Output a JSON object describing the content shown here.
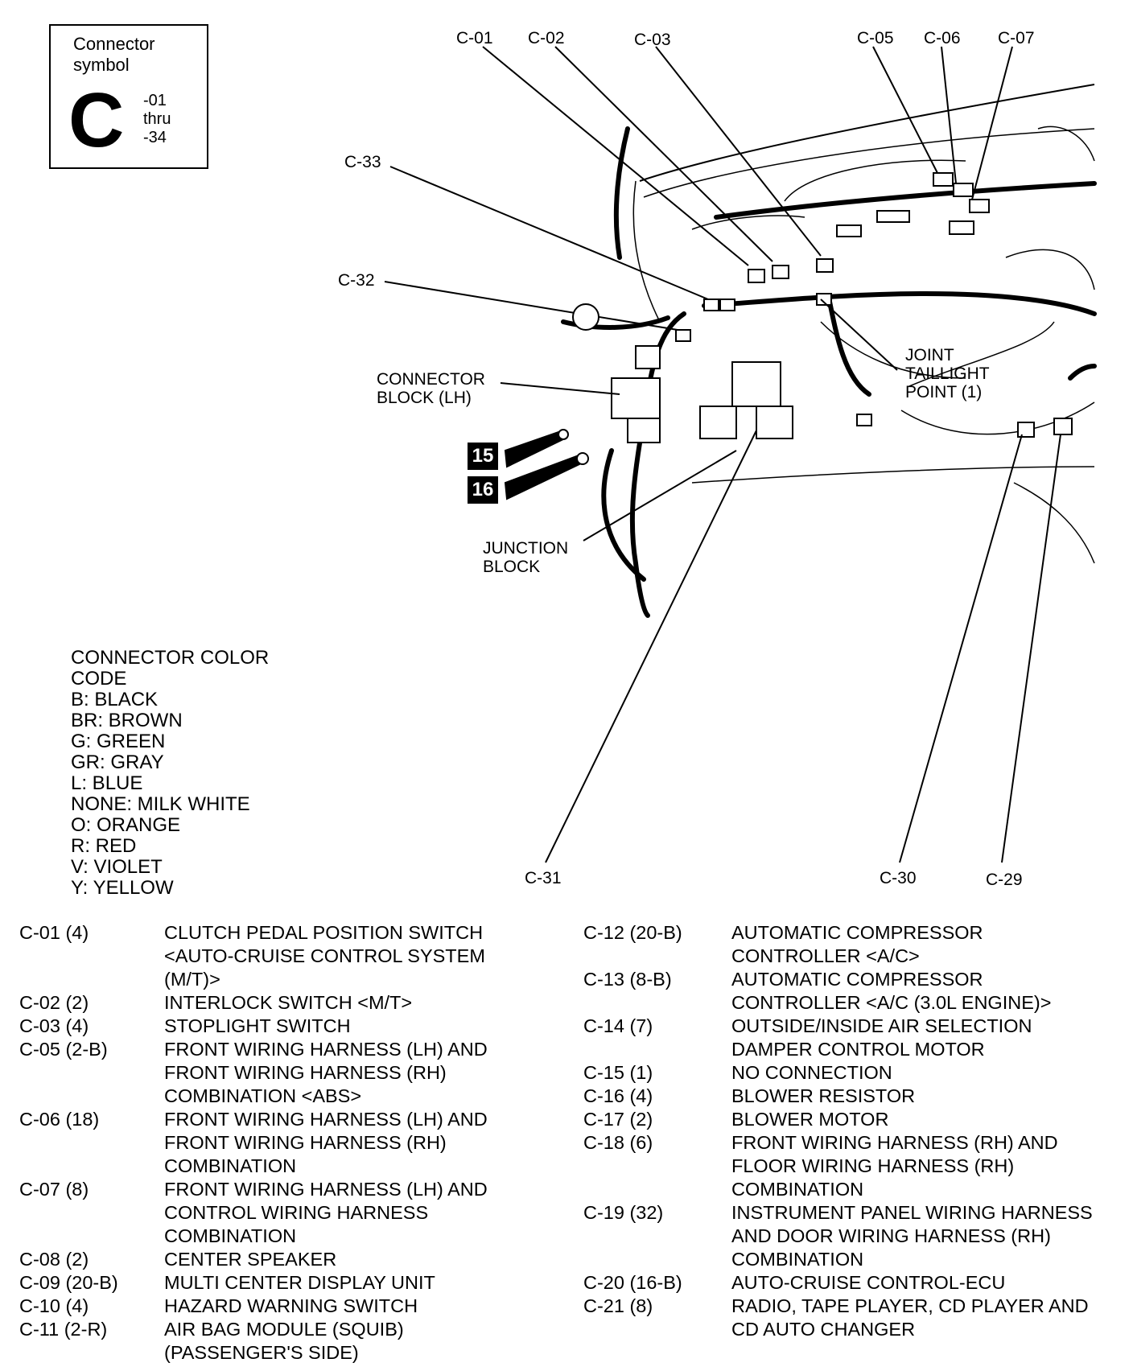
{
  "symbol": {
    "title": "Connector symbol",
    "letter": "C",
    "range": "-01\nthru\n-34"
  },
  "labels": {
    "c01": "C-01",
    "c02": "C-02",
    "c03": "C-03",
    "c05": "C-05",
    "c06": "C-06",
    "c07": "C-07",
    "c33": "C-33",
    "c32": "C-32",
    "c31": "C-31",
    "c30": "C-30",
    "c29": "C-29",
    "connector_block": "CONNECTOR\nBLOCK (LH)",
    "junction_block": "JUNCTION\nBLOCK",
    "joint": "JOINT\nTAILLIGHT\nPOINT (1)",
    "callout15": "15",
    "callout16": "16"
  },
  "legend": {
    "title": "CONNECTOR COLOR\nCODE",
    "items": [
      "B: BLACK",
      "BR: BROWN",
      "G: GREEN",
      "GR: GRAY",
      "L: BLUE",
      "NONE: MILK WHITE",
      "O: ORANGE",
      "R: RED",
      "V: VIOLET",
      "Y: YELLOW"
    ]
  },
  "connectors_left": [
    {
      "code": "C-01 (4)",
      "desc": "CLUTCH PEDAL POSITION SWITCH <AUTO-CRUISE CONTROL SYSTEM (M/T)>"
    },
    {
      "code": "C-02 (2)",
      "desc": "INTERLOCK SWITCH <M/T>"
    },
    {
      "code": "C-03 (4)",
      "desc": "STOPLIGHT SWITCH"
    },
    {
      "code": "C-05 (2-B)",
      "desc": "FRONT WIRING HARNESS (LH) AND FRONT WIRING HARNESS (RH) COMBINATION <ABS>"
    },
    {
      "code": "C-06 (18)",
      "desc": "FRONT WIRING HARNESS (LH) AND FRONT WIRING HARNESS (RH) COMBINATION"
    },
    {
      "code": "C-07 (8)",
      "desc": "FRONT WIRING HARNESS (LH) AND CONTROL WIRING HARNESS COMBINATION"
    },
    {
      "code": "C-08 (2)",
      "desc": "CENTER SPEAKER"
    },
    {
      "code": "C-09 (20-B)",
      "desc": "MULTI CENTER DISPLAY UNIT"
    },
    {
      "code": "C-10 (4)",
      "desc": "HAZARD WARNING SWITCH"
    },
    {
      "code": "C-11 (2-R)",
      "desc": "AIR BAG MODULE (SQUIB) (PASSENGER'S SIDE)"
    }
  ],
  "connectors_right": [
    {
      "code": "C-12 (20-B)",
      "desc": "AUTOMATIC COMPRESSOR CONTROLLER <A/C>"
    },
    {
      "code": "C-13 (8-B)",
      "desc": "AUTOMATIC COMPRESSOR CONTROLLER <A/C (3.0L ENGINE)>"
    },
    {
      "code": "C-14 (7)",
      "desc": "OUTSIDE/INSIDE AIR SELECTION DAMPER CONTROL MOTOR"
    },
    {
      "code": "C-15 (1)",
      "desc": "NO CONNECTION"
    },
    {
      "code": "C-16 (4)",
      "desc": "BLOWER RESISTOR"
    },
    {
      "code": "C-17 (2)",
      "desc": "BLOWER MOTOR"
    },
    {
      "code": "C-18 (6)",
      "desc": "FRONT WIRING HARNESS (RH) AND FLOOR WIRING HARNESS (RH) COMBINATION"
    },
    {
      "code": "C-19 (32)",
      "desc": "INSTRUMENT PANEL WIRING HARNESS AND DOOR WIRING HARNESS (RH) COMBINATION"
    },
    {
      "code": "C-20 (16-B)",
      "desc": "AUTO-CRUISE CONTROL-ECU"
    },
    {
      "code": "C-21 (8)",
      "desc": "RADIO, TAPE PLAYER, CD PLAYER AND CD AUTO CHANGER"
    }
  ]
}
